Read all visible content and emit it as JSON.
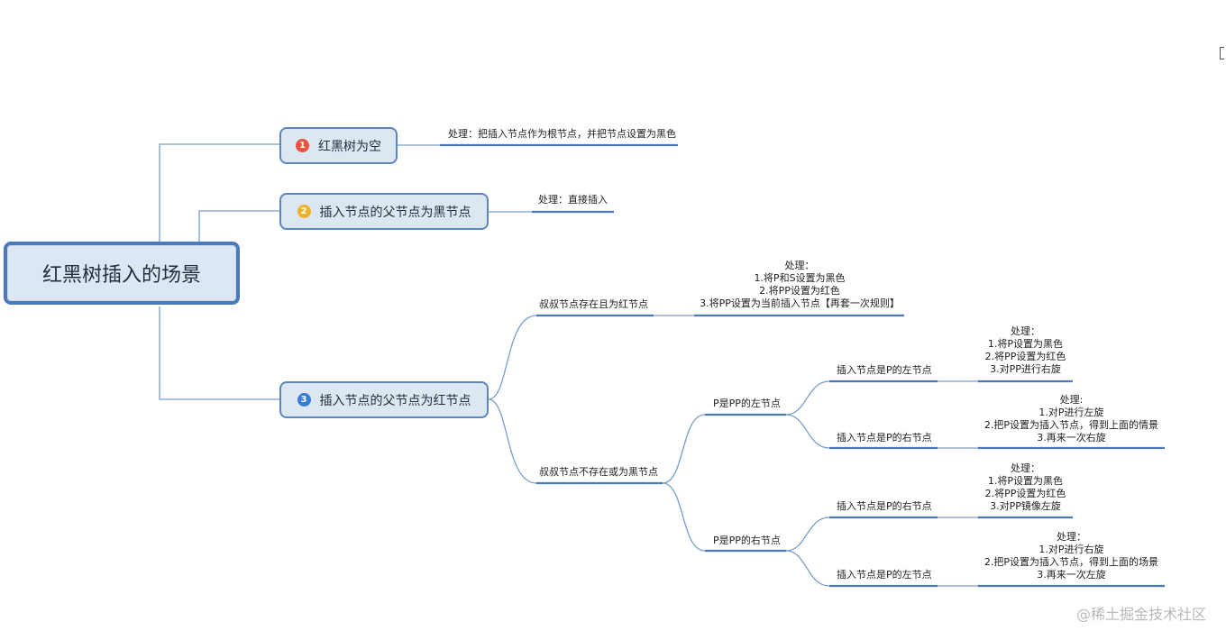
{
  "root": {
    "label": "红黑树插入的场景"
  },
  "branches": {
    "b1": {
      "badge": "1",
      "badge_color": "#e8533f",
      "label": "红黑树为空",
      "note": "处理：把插入节点作为根节点，并把节点设置为黑色"
    },
    "b2": {
      "badge": "2",
      "badge_color": "#f0b12a",
      "label": "插入节点的父节点为黑节点",
      "note": "处理：直接插入"
    },
    "b3": {
      "badge": "3",
      "badge_color": "#3a7bd5",
      "label": "插入节点的父节点为红节点"
    }
  },
  "uncle_red": {
    "label": "叔叔节点存在且为红节点",
    "note": "处理：\n1.将P和S设置为黑色\n2.将PP设置为红色\n3.将PP设置为当前插入节点【再套一次规则】"
  },
  "uncle_black": {
    "label": "叔叔节点不存在或为黑节点"
  },
  "p_left": {
    "label": "P是PP的左节点"
  },
  "p_right": {
    "label": "P是PP的右节点"
  },
  "ll": {
    "label": "插入节点是P的左节点",
    "note": "处理：\n1.将P设置为黑色\n2.将PP设置为红色\n3.对PP进行右旋"
  },
  "lr": {
    "label": "插入节点是P的右节点",
    "note": "处理:\n1.对P进行左旋\n2.把P设置为插入节点，得到上面的情景\n3.再来一次右旋"
  },
  "rr": {
    "label": "插入节点是P的右节点",
    "note": "处理：\n1.将P设置为黑色\n2.将PP设置为红色\n3.对PP镜像左旋"
  },
  "rl": {
    "label": "插入节点是P的左节点",
    "note": "处理：\n1.对P进行右旋\n2.把P设置为插入节点，得到上面的场景\n3.再来一次左旋"
  },
  "watermark": "@稀土掘金技术社区",
  "colors": {
    "line": "#6f96c6",
    "underline": "#4a7ab8"
  }
}
